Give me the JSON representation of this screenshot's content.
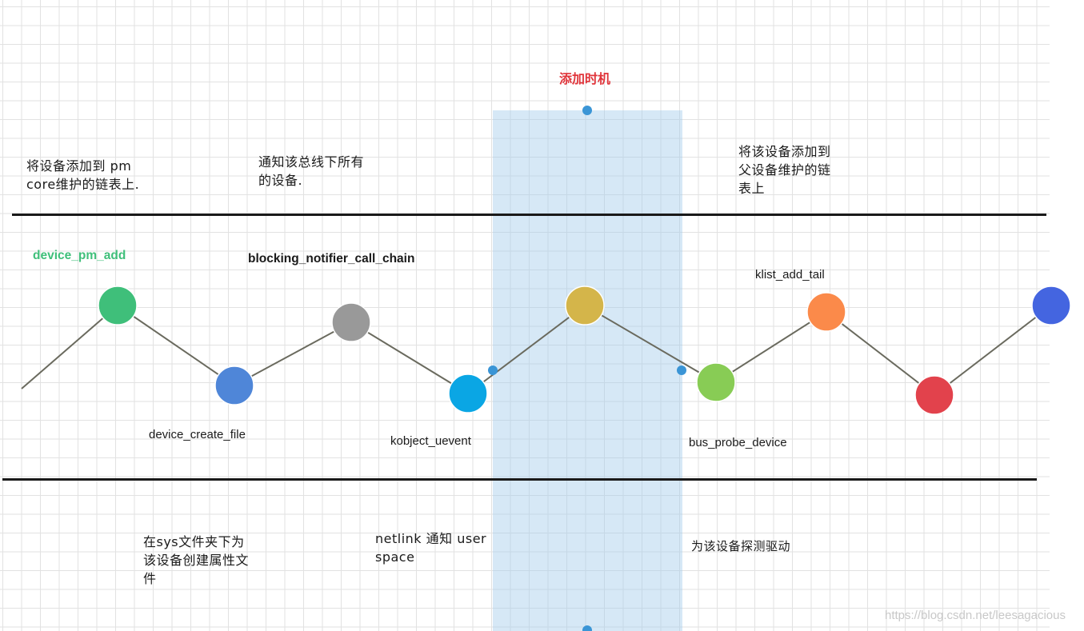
{
  "colors": {
    "timing_title": "#e0353b",
    "green_label": "#3fbf7a",
    "band": "#cfe5f6",
    "wave_line": "#6a6a5e",
    "divider": "#1a1a1a",
    "marker_dot": "#3a95d6"
  },
  "timing_title": "添加时机",
  "top_descriptions": {
    "pm_core": "将设备添加到 pm\ncore维护的链表上.",
    "notify_bus": "通知该总线下所有\n的设备.",
    "parent_list": "将该设备添加到\n父设备维护的链\n表上"
  },
  "bottom_descriptions": {
    "sysfs": "在sys文件夹下为\n该设备创建属性文\n件",
    "netlink": "netlink 通知 user\nspace",
    "probe": "为该设备探测驱动"
  },
  "function_labels": {
    "device_pm_add": "device_pm_add",
    "blocking_notifier_call_chain": "blocking_notifier_call_chain",
    "klist_add_tail": "klist_add_tail",
    "device_create_file": "device_create_file",
    "kobject_uevent": "kobject_uevent",
    "bus_probe_device": "bus_probe_device"
  },
  "nodes": [
    {
      "name": "device_pm_add",
      "color": "#3fbf7a"
    },
    {
      "name": "device_create_file",
      "color": "#4f86d8"
    },
    {
      "name": "blocking_notifier_call_chain",
      "color": "#999999"
    },
    {
      "name": "kobject_uevent",
      "color": "#0aa6e4"
    },
    {
      "name": "timing-peak",
      "color": "#d4b54a"
    },
    {
      "name": "bus_probe_device",
      "color": "#88cc55"
    },
    {
      "name": "klist_add_tail",
      "color": "#fb8a4a"
    },
    {
      "name": "end-trough",
      "color": "#e2424c"
    },
    {
      "name": "end-peak",
      "color": "#4465e0"
    }
  ],
  "watermark": "https://blog.csdn.net/leesagacious"
}
